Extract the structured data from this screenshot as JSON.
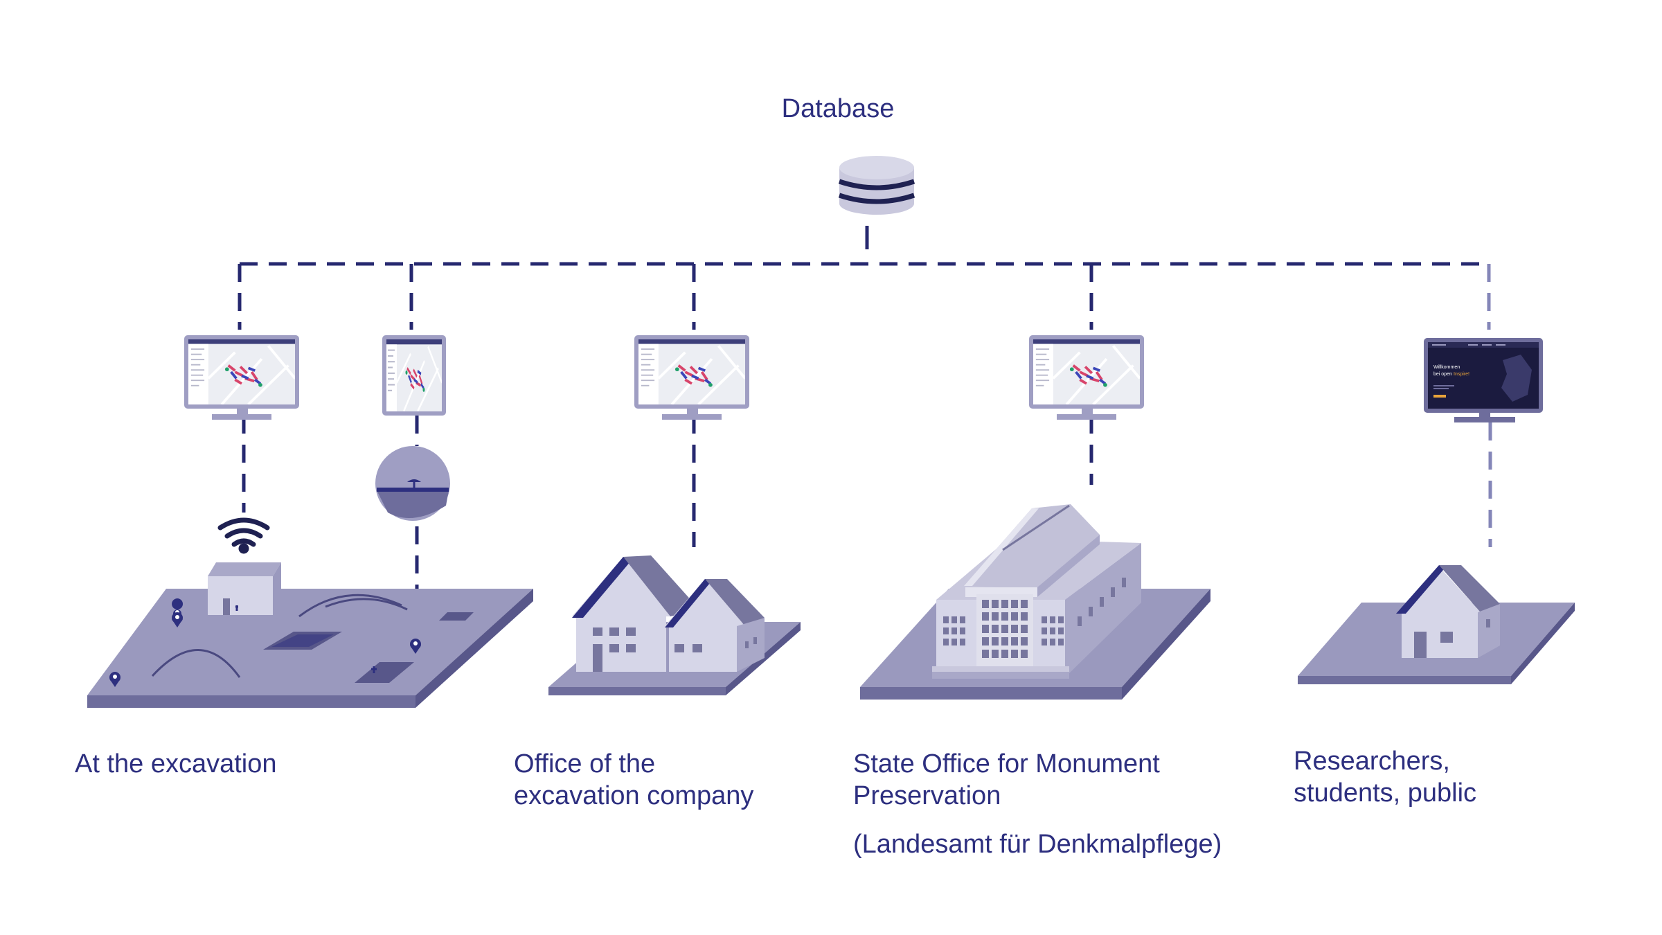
{
  "diagram": {
    "database_label": "Database",
    "locations": {
      "excavation": {
        "label": "At the excavation"
      },
      "office": {
        "line1": "Office of the",
        "line2": "excavation company"
      },
      "state_office": {
        "line1": "State Office for Monument",
        "line2": "Preservation",
        "subtitle": "(Landesamt für Denkmalpflege)"
      },
      "public": {
        "line1": "Researchers,",
        "line2": "students, public"
      }
    },
    "public_screen": {
      "welcome_line1": "Willkommen",
      "welcome_line2": "bei open",
      "welcome_accent": "Inspire!"
    }
  },
  "colors": {
    "ink": "#2d2f7f",
    "connector": "#26286f",
    "connector_light": "#8486b8",
    "ground_top": "#9a99be",
    "ground_side": "#6e6d9c",
    "building_light": "#d6d6e8",
    "building_mid": "#a9a8c8",
    "roof": "#77769e",
    "screen_dark": "#1b1b3f",
    "accent_orange": "#e8a33a"
  }
}
